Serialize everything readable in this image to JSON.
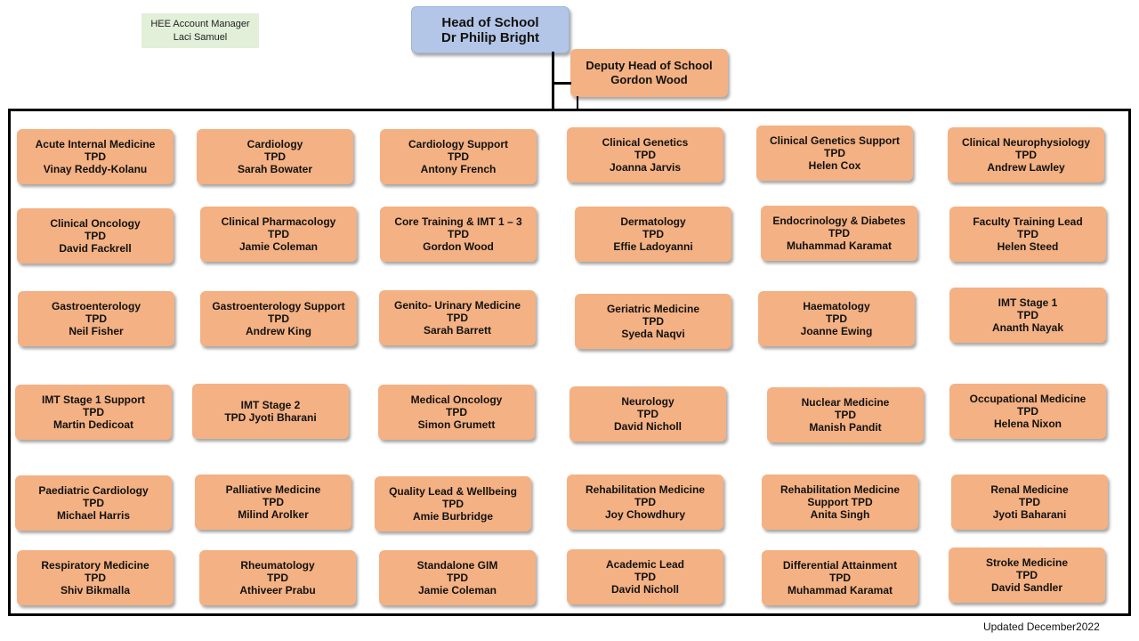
{
  "hee": {
    "title": "HEE Account Manager",
    "name": "Laci Samuel"
  },
  "head": {
    "title": "Head of School",
    "name": "Dr Philip Bright"
  },
  "deputy": {
    "title": "Deputy Head of School",
    "name": "Gordon Wood"
  },
  "updated": "Updated December2022",
  "boxes": [
    [
      "Acute Internal Medicine",
      "TPD",
      "Vinay Reddy-Kolanu"
    ],
    [
      "Cardiology",
      "TPD",
      "Sarah Bowater"
    ],
    [
      "Cardiology Support",
      "TPD",
      "Antony French"
    ],
    [
      "Clinical Genetics",
      "TPD",
      "Joanna Jarvis"
    ],
    [
      "Clinical Genetics Support",
      "TPD",
      "Helen Cox"
    ],
    [
      "Clinical Neurophysiology",
      "TPD",
      "Andrew Lawley"
    ],
    [
      "Clinical Oncology",
      "TPD",
      "David Fackrell"
    ],
    [
      "Clinical Pharmacology",
      "TPD",
      "Jamie Coleman"
    ],
    [
      "Core Training & IMT 1 – 3",
      "TPD",
      "Gordon Wood"
    ],
    [
      "Dermatology",
      "TPD",
      "Effie Ladoyanni"
    ],
    [
      "Endocrinology & Diabetes",
      "TPD",
      "Muhammad Karamat"
    ],
    [
      "Faculty Training Lead",
      "TPD",
      "Helen Steed"
    ],
    [
      "Gastroenterology",
      "TPD",
      "Neil Fisher"
    ],
    [
      "Gastroenterology Support",
      "TPD",
      "Andrew King"
    ],
    [
      "Genito- Urinary Medicine",
      "TPD",
      "Sarah Barrett"
    ],
    [
      "Geriatric Medicine",
      "TPD",
      "Syeda Naqvi"
    ],
    [
      "Haematology",
      "TPD",
      "Joanne Ewing"
    ],
    [
      "IMT Stage 1",
      "TPD",
      "Ananth Nayak"
    ],
    [
      "IMT Stage 1 Support",
      "TPD",
      "Martin Dedicoat"
    ],
    [
      "IMT Stage 2",
      "TPD Jyoti Bharani"
    ],
    [
      "Medical Oncology",
      "TPD",
      "Simon Grumett"
    ],
    [
      "Neurology",
      "TPD",
      "David Nicholl"
    ],
    [
      "Nuclear Medicine",
      "TPD",
      "Manish Pandit"
    ],
    [
      "Occupational Medicine",
      "TPD",
      "Helena Nixon"
    ],
    [
      "Paediatric Cardiology",
      "TPD",
      "Michael Harris"
    ],
    [
      "Palliative Medicine",
      "TPD",
      "Milind Arolker"
    ],
    [
      "Quality Lead & Wellbeing",
      "TPD",
      "Amie Burbridge"
    ],
    [
      "Rehabilitation Medicine",
      "TPD",
      "Joy Chowdhury"
    ],
    [
      "Rehabilitation Medicine",
      "Support TPD",
      "Anita Singh"
    ],
    [
      "Renal Medicine",
      "TPD",
      "Jyoti Baharani"
    ],
    [
      "Respiratory Medicine",
      "TPD",
      "Shiv Bikmalla"
    ],
    [
      "Rheumatology",
      "TPD",
      "Athiveer Prabu"
    ],
    [
      "Standalone GIM",
      "TPD",
      "Jamie Coleman"
    ],
    [
      "Academic Lead",
      "TPD",
      "David Nicholl"
    ],
    [
      "Differential Attainment",
      "TPD",
      "Muhammad Karamat"
    ],
    [
      "Stroke Medicine",
      "TPD",
      "David Sandler"
    ]
  ]
}
